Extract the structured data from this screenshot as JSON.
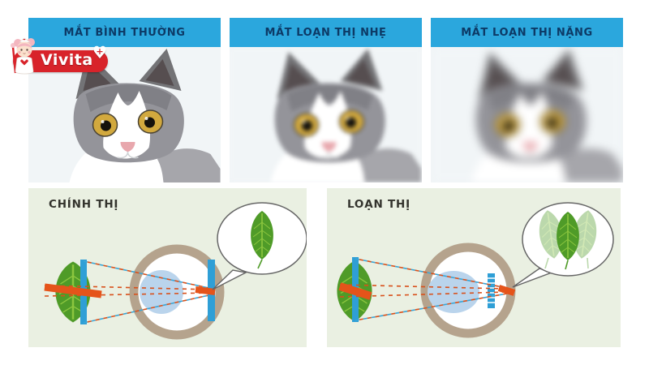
{
  "logo": {
    "brand": "Vivita",
    "heart_icon": "♥",
    "heart_plus": "+"
  },
  "top_panels": [
    {
      "label": "MẮT BÌNH THƯỜNG",
      "blur_level": "none"
    },
    {
      "label": "MẮT LOẠN THỊ NHẸ",
      "blur_level": "mild"
    },
    {
      "label": "MẮT LOẠN THỊ NẶNG",
      "blur_level": "severe"
    }
  ],
  "bottom_panels": [
    {
      "title": "CHÍNH THỊ",
      "perceived_leaves": 1,
      "focus": "on-retina"
    },
    {
      "title": "LOẠN THỊ",
      "perceived_leaves": 3,
      "focus": "behind-retina"
    }
  ],
  "colors": {
    "header_bg": "#2ba7dd",
    "header_text": "#0d3a66",
    "logo_red": "#d8232a",
    "panel_bg": "#eaf0e2",
    "eye_ring": "#b5a38d",
    "lens_blue": "#bad4ec",
    "retina_cyan": "#2f9fd6",
    "focus_orange": "#e5541a",
    "leaf_green": "#4f9b28"
  }
}
